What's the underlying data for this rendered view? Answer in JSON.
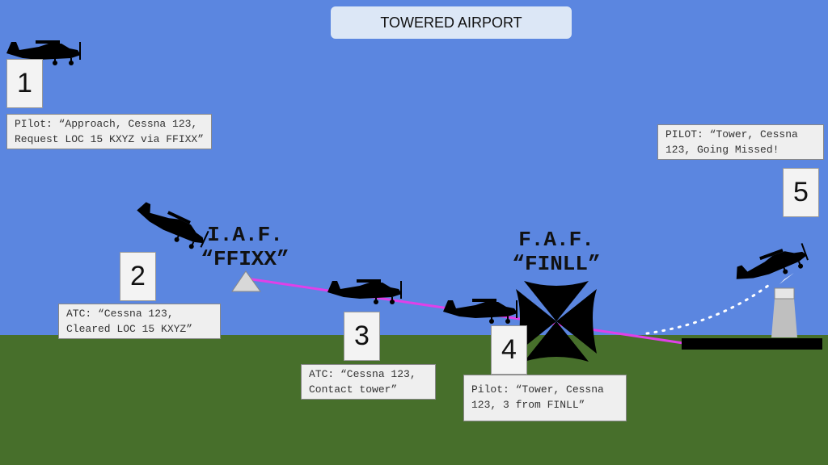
{
  "title": "TOWERED AIRPORT",
  "steps": [
    {
      "number": "1",
      "line1": "PIlot: “Approach, Cessna 123,",
      "line2": "Request LOC 15 KXYZ via FFIXX”"
    },
    {
      "number": "2",
      "line1": "ATC: “Cessna 123,",
      "line2": "Cleared LOC 15 KXYZ”"
    },
    {
      "number": "3",
      "line1": "ATC: “Cessna 123,",
      "line2": "Contact tower”"
    },
    {
      "number": "4",
      "line1": "Pilot: “Tower, Cessna",
      "line2": "123, 3 from FINLL”"
    },
    {
      "number": "5",
      "line1": "PILOT: “Tower, Cessna",
      "line2": "123, Going Missed!"
    }
  ],
  "iaf": {
    "label": "I.A.F.",
    "name": "“FFIXX”"
  },
  "faf": {
    "label": "F.A.F.",
    "name": "“FINLL”"
  },
  "colors": {
    "sky": "#5b86e0",
    "ground": "#476f2b",
    "glidepath": "#e040e8"
  }
}
